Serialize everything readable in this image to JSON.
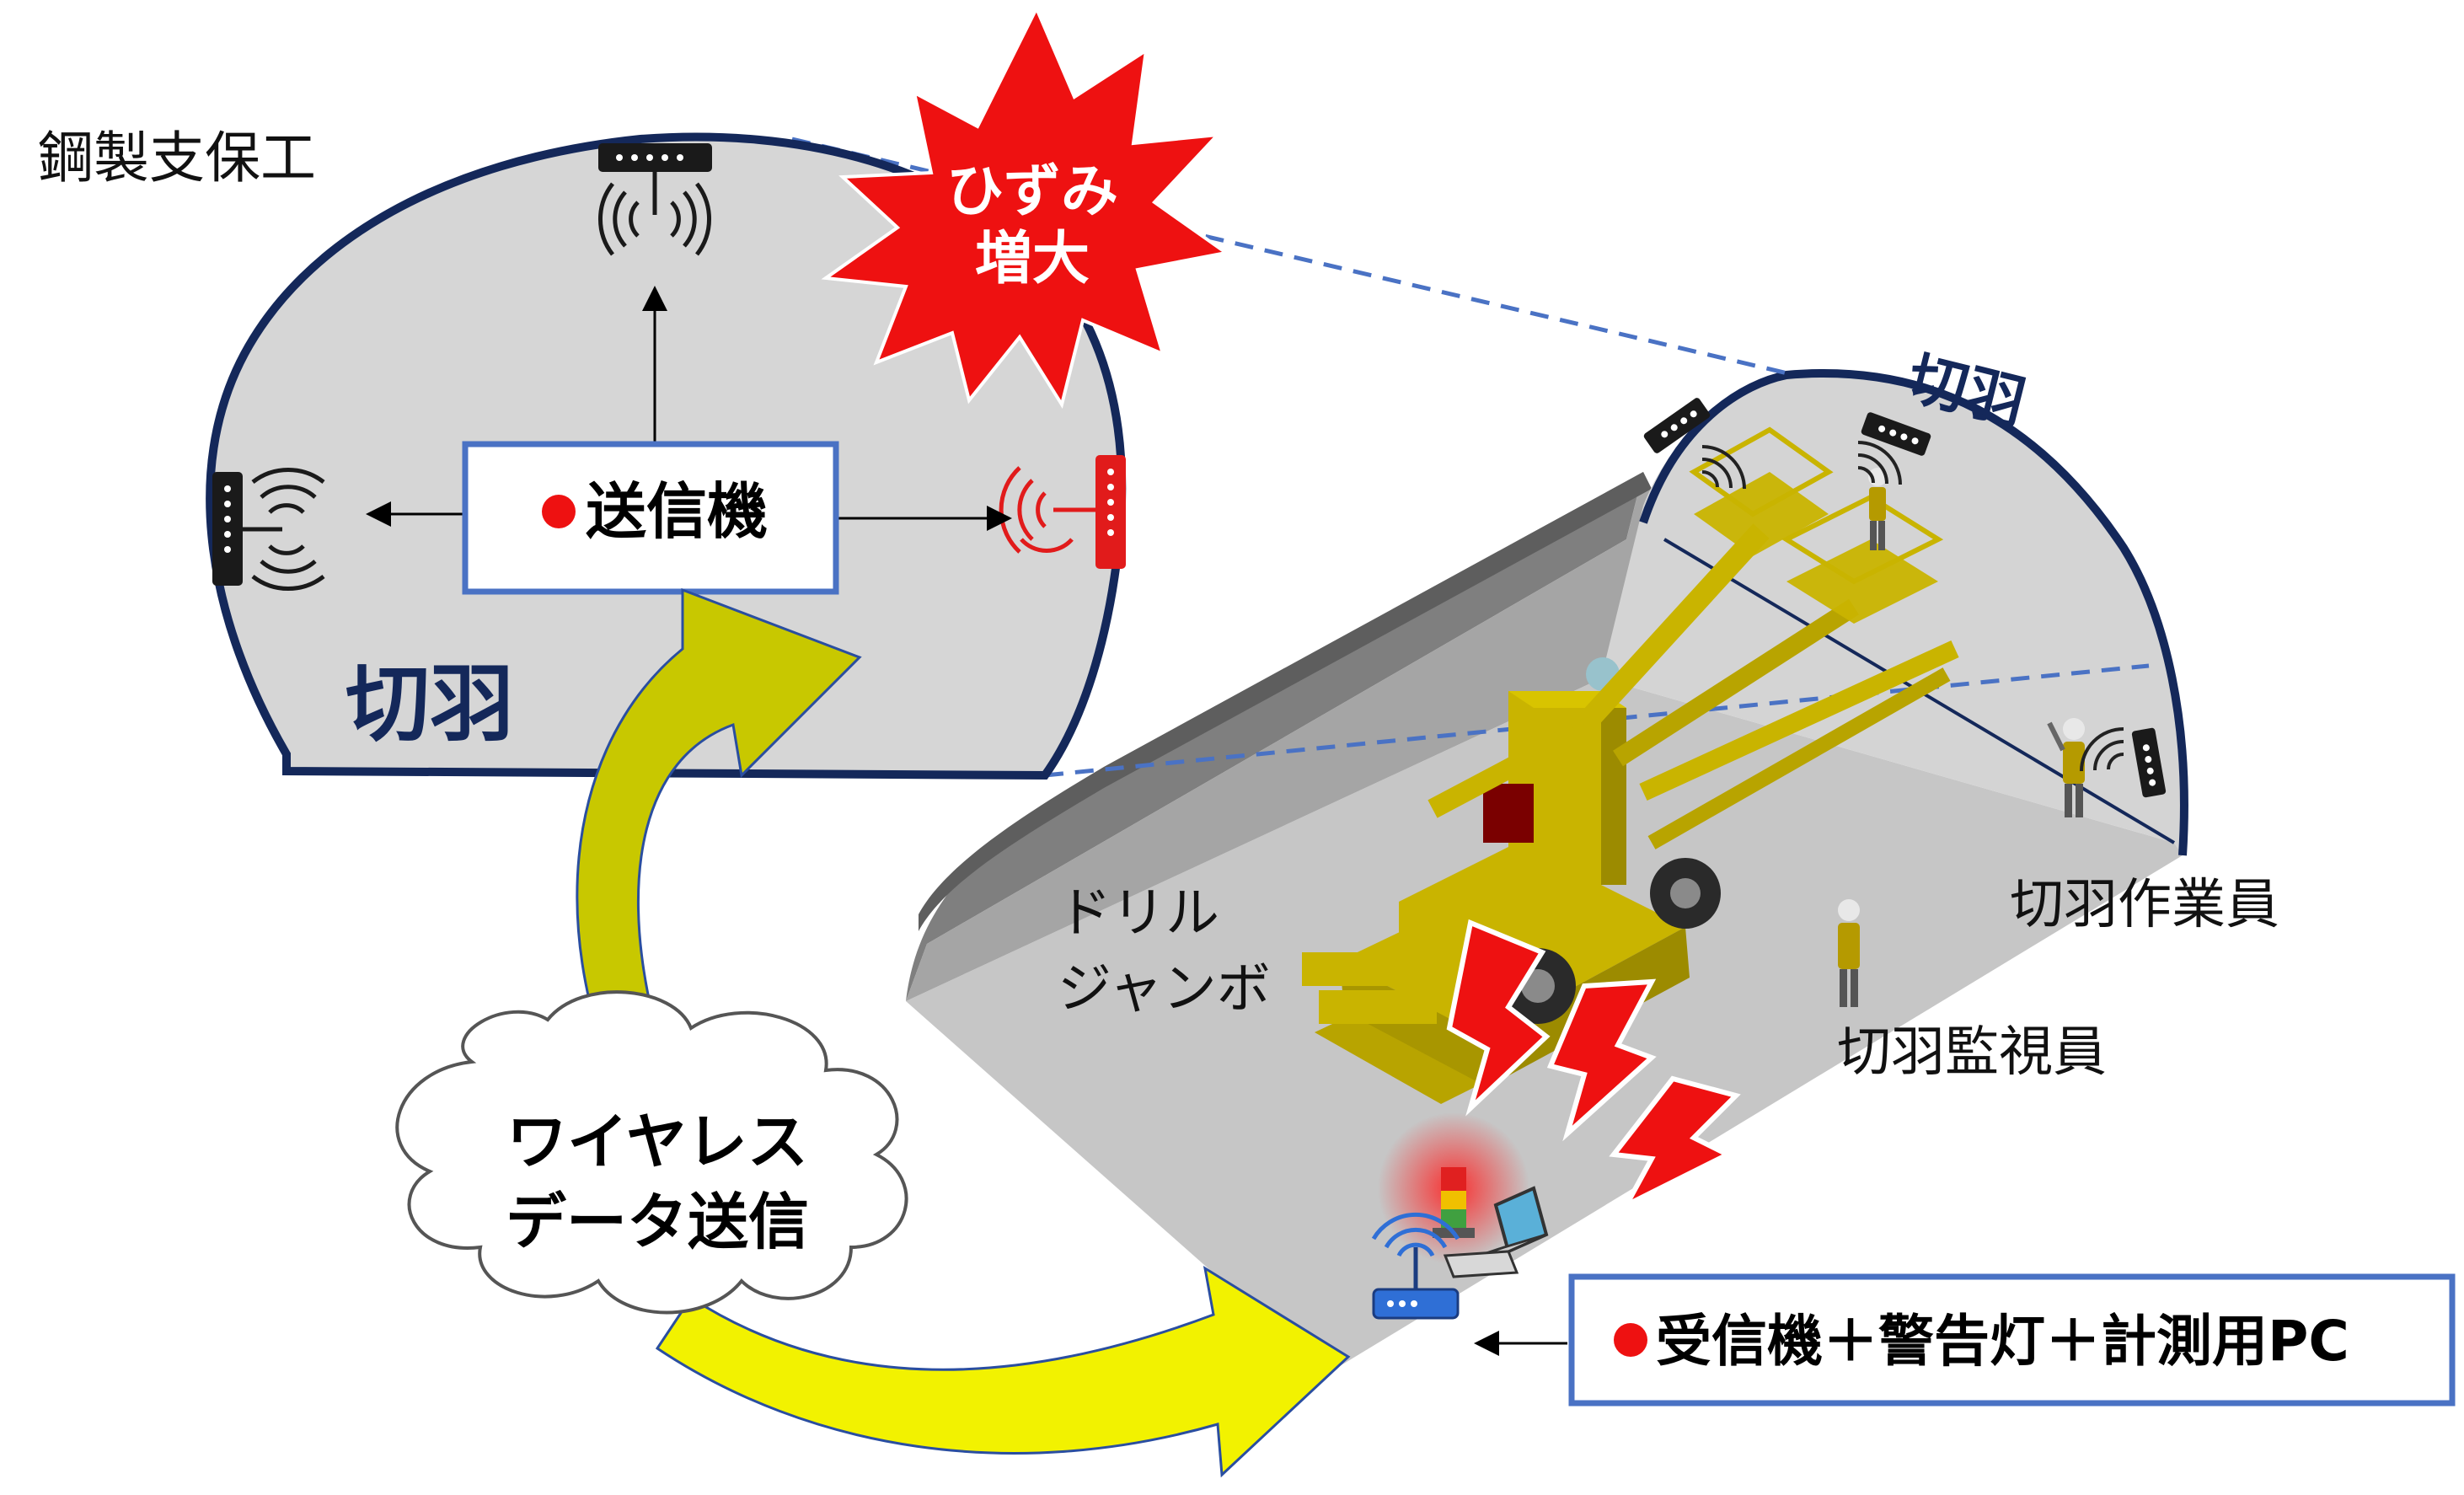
{
  "labels": {
    "steel_support": "鋼製支保工",
    "face_upper": "切羽",
    "face_right": "切羽",
    "transmitter": "送信機",
    "burst_line1": "ひずみ",
    "burst_line2": "増大",
    "drill_line1": "ドリル",
    "drill_line2": "ジャンボ",
    "face_worker": "切羽作業員",
    "face_monitor": "切羽監視員",
    "wireless_line1": "ワイヤレス",
    "wireless_line2": "データ送信",
    "receiver": "受信機＋警告灯＋計測用PC"
  },
  "colors": {
    "navy": "#14285a",
    "box_blue": "#4a72c4",
    "alert_red": "#ee1111",
    "arrow_olive": "#c8c800",
    "arrow_yellow": "#f2f200",
    "tunnel_gray": "#d4d4d4",
    "machine_yellow": "#c9b400"
  },
  "icons": [
    "sensor-icon",
    "signal-waves-icon",
    "router-icon",
    "laptop-icon",
    "warning-light-icon",
    "lightning-icon",
    "worker-icon"
  ]
}
